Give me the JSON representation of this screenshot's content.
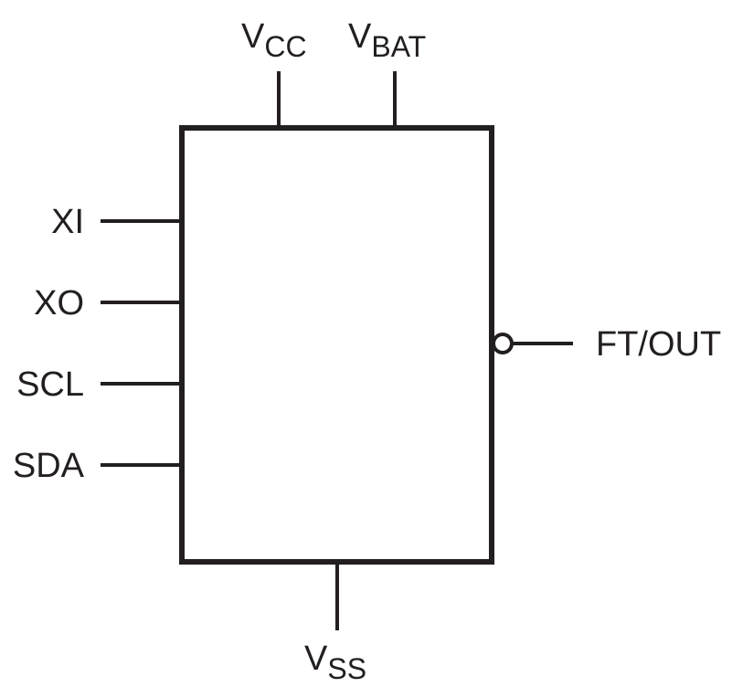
{
  "diagram": {
    "pins": {
      "vcc": {
        "main": "V",
        "sub": "CC"
      },
      "vbat": {
        "main": "V",
        "sub": "BAT"
      },
      "vss": {
        "main": "V",
        "sub": "SS"
      },
      "xi": "XI",
      "xo": "XO",
      "scl": "SCL",
      "sda": "SDA",
      "ft_out": "FT/OUT"
    },
    "colors": {
      "line": "#231f20",
      "background": "#ffffff"
    }
  }
}
